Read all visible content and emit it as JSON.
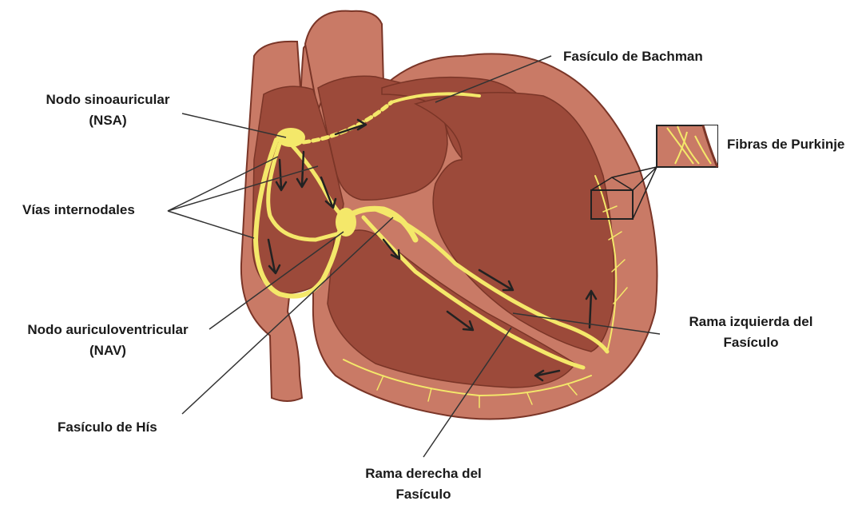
{
  "labels": {
    "sa_node": [
      "Nodo sinoauricular",
      "(NSA)"
    ],
    "internodal": "Vías internodales",
    "av_node": [
      "Nodo auriculoventricular",
      "(NAV)"
    ],
    "his": "Fasículo de Hís",
    "bachman": "Fasículo de Bachman",
    "purkinje": "Fibras de Purkinje",
    "left_branch": [
      "Rama izquierda del",
      "Fasículo"
    ],
    "right_branch": [
      "Rama derecha del",
      "Fasículo"
    ]
  },
  "colors": {
    "tissue_outer": "#c97a66",
    "tissue_wall": "#b8654f",
    "chamber": "#9c4a3a",
    "conduction": "#f4e86a",
    "outline": "#7a3527",
    "leader": "#333333"
  }
}
